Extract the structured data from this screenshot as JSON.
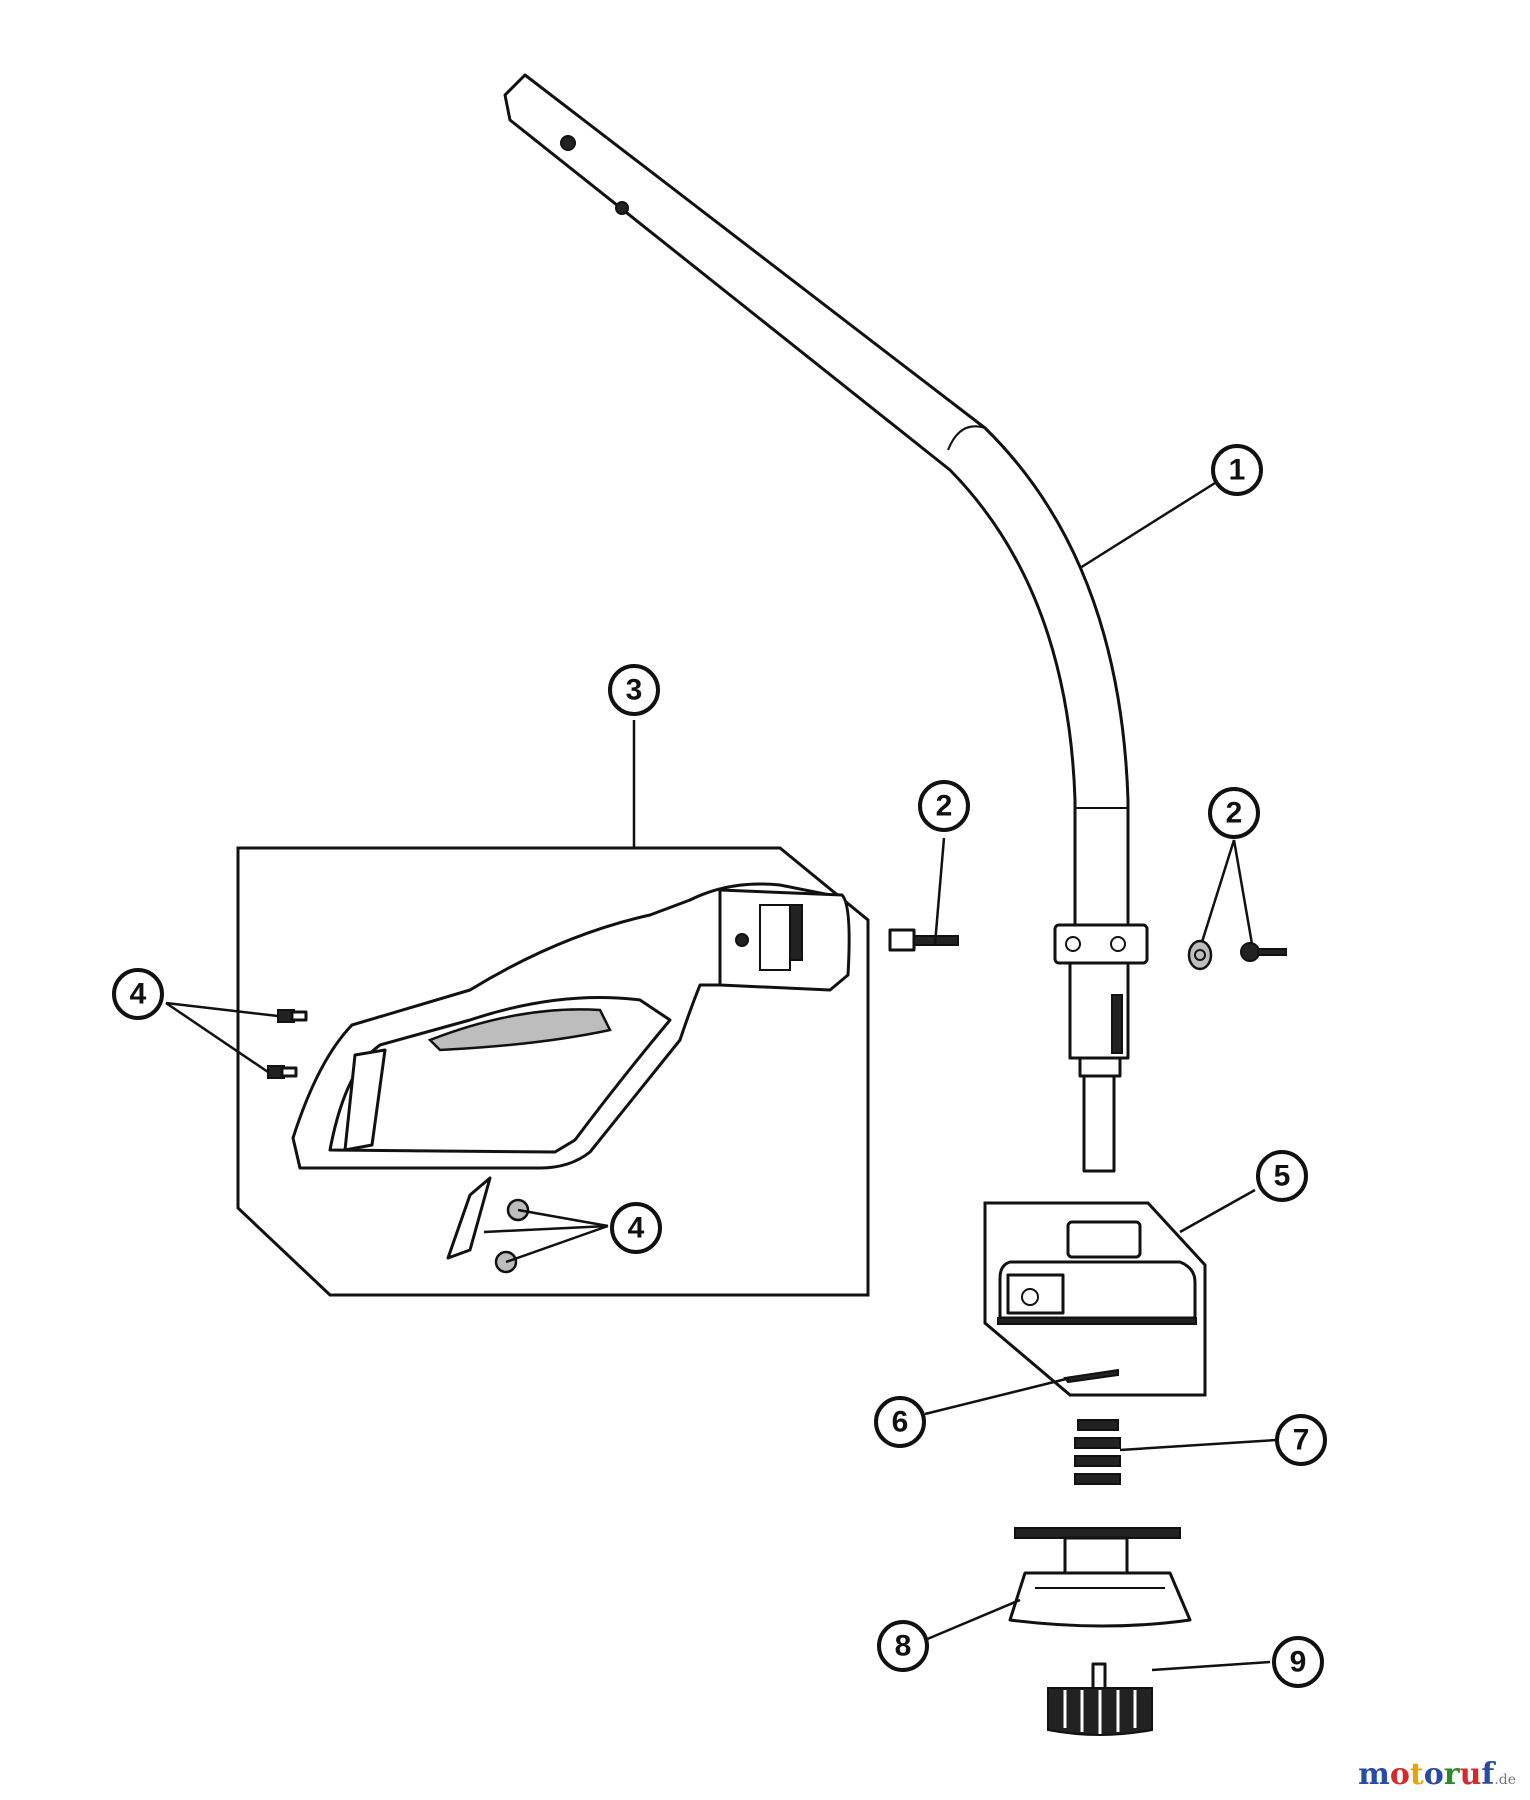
{
  "callouts": {
    "c1": "1",
    "c2a": "2",
    "c2b": "2",
    "c3": "3",
    "c4a": "4",
    "c4b": "4",
    "c5": "5",
    "c6": "6",
    "c7": "7",
    "c8": "8",
    "c9": "9"
  },
  "watermark": {
    "brand": "motoruf",
    "tld": ".de",
    "colors": [
      "#2a4aa8",
      "#d42a2a",
      "#e8a400",
      "#2a4aa8",
      "#2a8a2a",
      "#d42a2a",
      "#2a4aa8"
    ]
  }
}
